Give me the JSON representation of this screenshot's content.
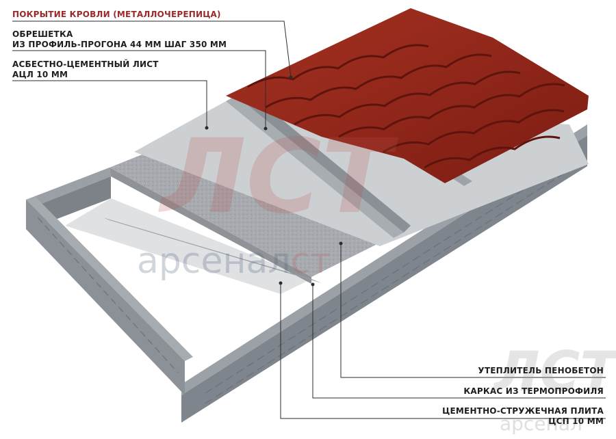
{
  "labels": {
    "roofing": "ПОКРЫТИЕ КРОВЛИ (МЕТАЛЛОЧЕРЕПИЦА)",
    "battens_1": "ОБРЕШЕТКА",
    "battens_2": "ИЗ ПРОФИЛЬ-ПРОГОНА 44 ММ ШАГ 350 ММ",
    "asbestos_1": "АСБЕСТНО-ЦЕМЕНТНЫЙ ЛИСТ",
    "asbestos_2": "АЦЛ 10 ММ",
    "insulation": "УТЕПЛИТЕЛЬ ПЕНОБЕТОН",
    "frame": "КАРКАС ИЗ ТЕРМОПРОФИЛЯ",
    "board_1": "ЦЕМЕНТНО-СТРУЖЕЧНАЯ ПЛИТА",
    "board_2": "ЦСП 10 ММ"
  },
  "watermark": {
    "logo": "ЛСТ",
    "text_dark": "арсенал",
    "text_red": "ст",
    "corner_logo": "ЛСТ",
    "corner_text": "арсенал"
  },
  "colors": {
    "label_accent": "#9a2a2a",
    "tile": "#8e2418",
    "sheet": "#cfd2d5",
    "foam_concrete": "#a9adb1",
    "frame_profile": "#8d939a"
  }
}
